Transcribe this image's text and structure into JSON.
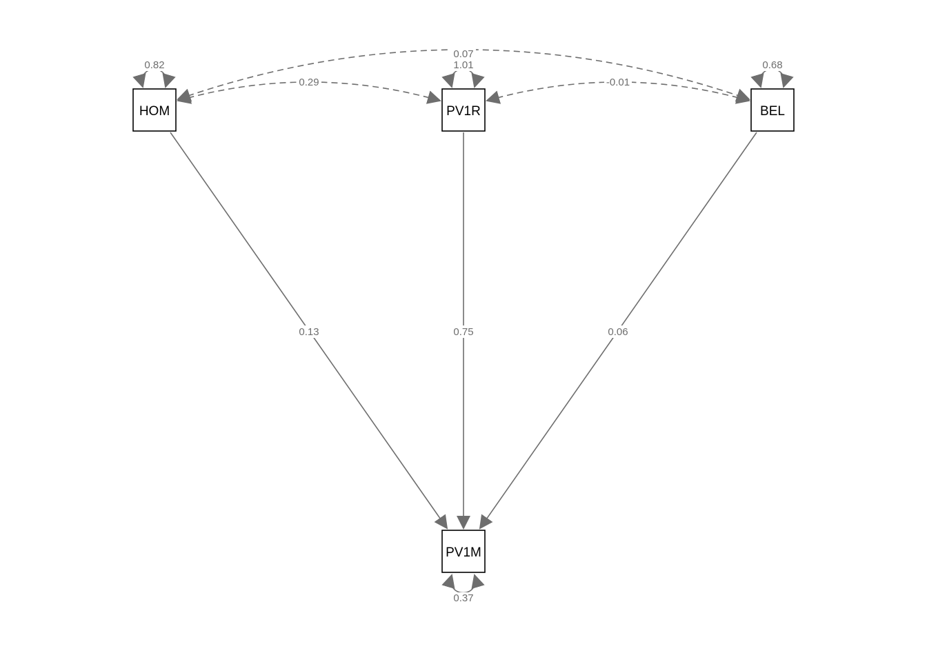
{
  "nodes": {
    "hom": {
      "label": "HOM"
    },
    "pv1r": {
      "label": "PV1R"
    },
    "bel": {
      "label": "BEL"
    },
    "pv1m": {
      "label": "PV1M"
    }
  },
  "paths": {
    "hom_pv1m": "0.13",
    "pv1r_pv1m": "0.75",
    "bel_pv1m": "0.06"
  },
  "covariances": {
    "hom_pv1r": "0.29",
    "pv1r_bel": "-0.01",
    "hom_bel": "0.07"
  },
  "variances": {
    "hom": "0.82",
    "pv1r": "1.01",
    "bel": "0.68",
    "pv1m": "0.37"
  },
  "colors": {
    "edge": "#6e6e6e",
    "node_border": "#000000"
  }
}
